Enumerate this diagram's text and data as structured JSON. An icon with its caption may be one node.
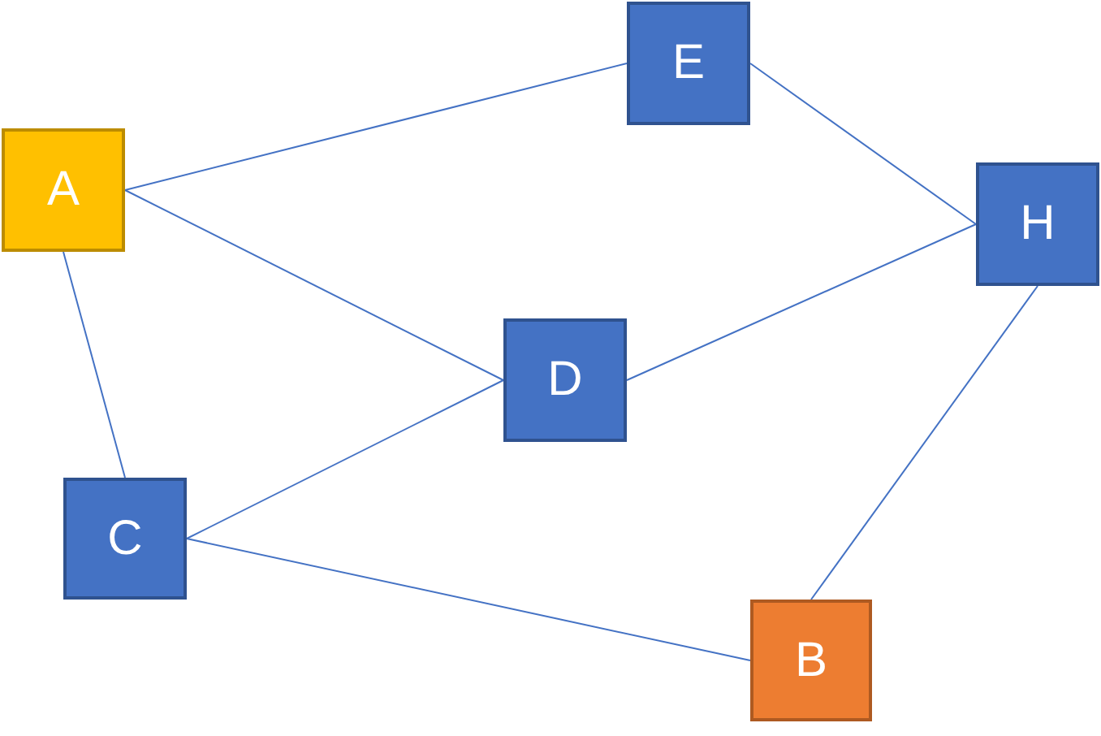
{
  "diagram": {
    "nodes": [
      {
        "text": [
          "E"
        ]
      },
      {
        "text": [
          "A"
        ]
      },
      {
        "text": [
          "H"
        ]
      },
      {
        "text": [
          "D"
        ]
      },
      {
        "text": [
          "C"
        ]
      },
      {
        "text": [
          "B"
        ]
      }
    ],
    "edges": [
      {
        "from": 1,
        "to": 0,
        "arrow": "none"
      },
      {
        "from": 1,
        "to": 3,
        "arrow": "none"
      },
      {
        "from": 1,
        "to": 4,
        "arrow": "none"
      },
      {
        "from": 0,
        "to": 2,
        "arrow": "none"
      },
      {
        "from": 3,
        "to": 2,
        "arrow": "none"
      },
      {
        "from": 4,
        "to": 3,
        "arrow": "none"
      },
      {
        "from": 4,
        "to": 5,
        "arrow": "none"
      },
      {
        "from": 2,
        "to": 5,
        "arrow": "none"
      }
    ]
  }
}
